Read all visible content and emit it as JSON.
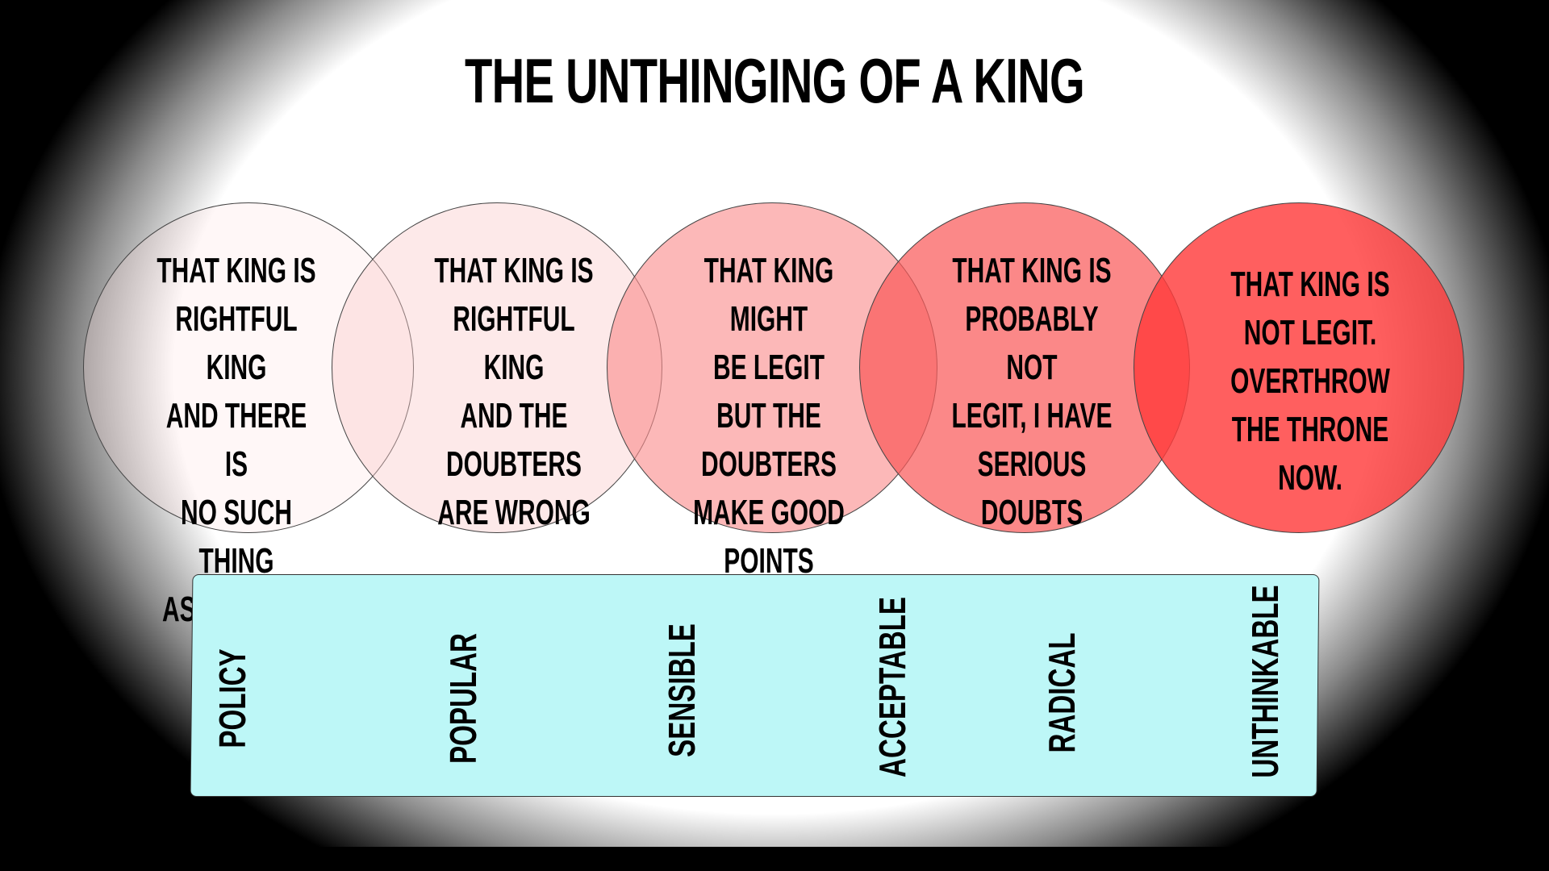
{
  "title": "THE UNTHINGING OF A KING",
  "circles": [
    {
      "text": "THAT KING IS\nRIGHTFUL KING\nAND THERE IS\nNO SUCH THING\nAS A DOUBT",
      "color": "#fff3f3"
    },
    {
      "text": "THAT KING IS\nRIGHTFUL KING\nAND THE\nDOUBTERS\nARE WRONG",
      "color": "#fde4e4"
    },
    {
      "text": "THAT KING MIGHT\nBE LEGIT\nBUT THE\nDOUBTERS\nMAKE GOOD POINTS",
      "color": "#fbb1b1"
    },
    {
      "text": "THAT KING IS\nPROBABLY NOT\nLEGIT, I HAVE\nSERIOUS\nDOUBTS",
      "color": "#fb8585"
    },
    {
      "text": "THAT KING IS\nNOT LEGIT.\nOVERTHROW\nTHE THRONE NOW.",
      "color": "#fe5f5f"
    }
  ],
  "scale": {
    "background": "#bdf7f7",
    "labels": [
      "POLICY",
      "POPULAR",
      "SENSIBLE",
      "ACCEPTABLE",
      "RADICAL",
      "UNTHINKABLE"
    ]
  }
}
